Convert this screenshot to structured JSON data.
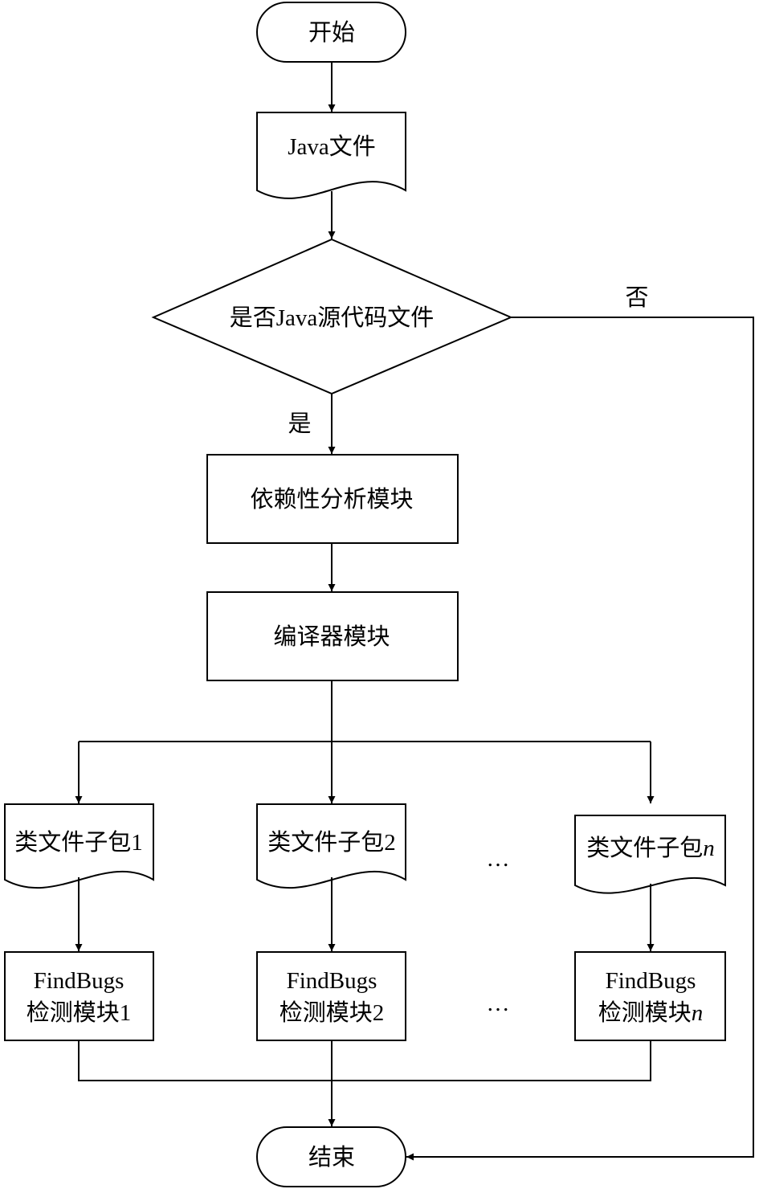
{
  "start": "开始",
  "end": "结束",
  "java_file": "Java文件",
  "decision": "是否Java源代码文件",
  "yes_label": "是",
  "no_label": "否",
  "dependency_module": "依赖性分析模块",
  "compiler_module": "编译器模块",
  "subpackages": [
    {
      "label": "类文件子包",
      "index": "1",
      "italic": false
    },
    {
      "label": "类文件子包",
      "index": "2",
      "italic": false
    },
    {
      "label": "类文件子包",
      "index": "n",
      "italic": true
    }
  ],
  "detectors": [
    {
      "line1": "FindBugs",
      "line2": "检测模块",
      "index": "1",
      "italic": false
    },
    {
      "line1": "FindBugs",
      "line2": "检测模块",
      "index": "2",
      "italic": false
    },
    {
      "line1": "FindBugs",
      "line2": "检测模块",
      "index": "n",
      "italic": true
    }
  ],
  "ellipsis": "…"
}
